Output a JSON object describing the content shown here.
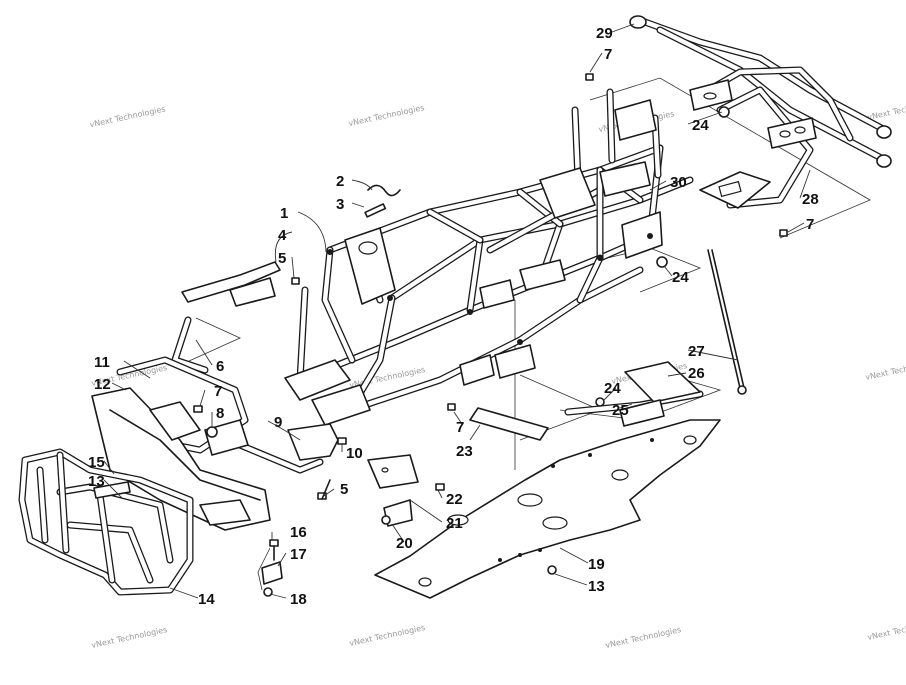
{
  "diagram": {
    "watermark_text": "vNext Technologies",
    "callouts": [
      "1",
      "2",
      "3",
      "4",
      "5",
      "5",
      "5",
      "6",
      "7",
      "7",
      "7",
      "7",
      "7",
      "8",
      "9",
      "10",
      "11",
      "12",
      "13",
      "13",
      "14",
      "15",
      "16",
      "17",
      "18",
      "19",
      "20",
      "21",
      "22",
      "23",
      "24",
      "24",
      "24",
      "25",
      "26",
      "27",
      "28",
      "29",
      "30"
    ]
  }
}
